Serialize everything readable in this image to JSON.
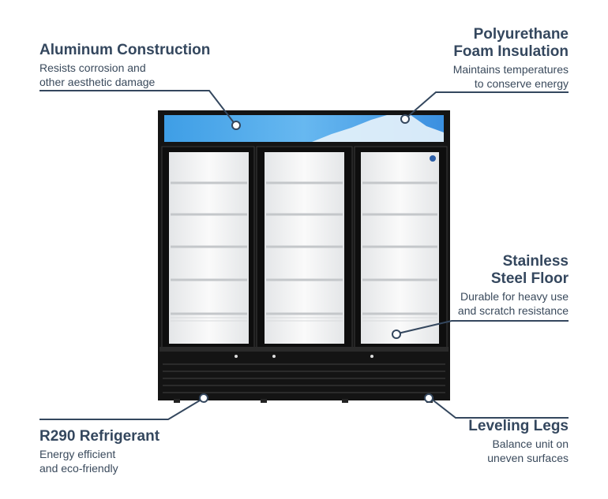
{
  "callouts": {
    "aluminum": {
      "title": "Aluminum Construction",
      "desc_line1": "Resists corrosion and",
      "desc_line2": "other aesthetic damage"
    },
    "insulation": {
      "title_line1": "Polyurethane",
      "title_line2": "Foam Insulation",
      "desc_line1": "Maintains temperatures",
      "desc_line2": "to conserve energy"
    },
    "floor": {
      "title_line1": "Stainless",
      "title_line2": "Steel Floor",
      "desc_line1": "Durable for heavy use",
      "desc_line2": "and scratch resistance"
    },
    "refrigerant": {
      "title": "R290 Refrigerant",
      "desc_line1": "Energy efficient",
      "desc_line2": "and eco-friendly"
    },
    "legs": {
      "title": "Leveling Legs",
      "desc_line1": "Balance unit on",
      "desc_line2": "uneven surfaces"
    }
  },
  "colors": {
    "text": "#34475e",
    "cabinet": "#141414",
    "glass_interior": "#f1f2f3",
    "header_light": "#4aa8e8"
  },
  "icons": {
    "brand_logo": "brand-logo-icon"
  }
}
